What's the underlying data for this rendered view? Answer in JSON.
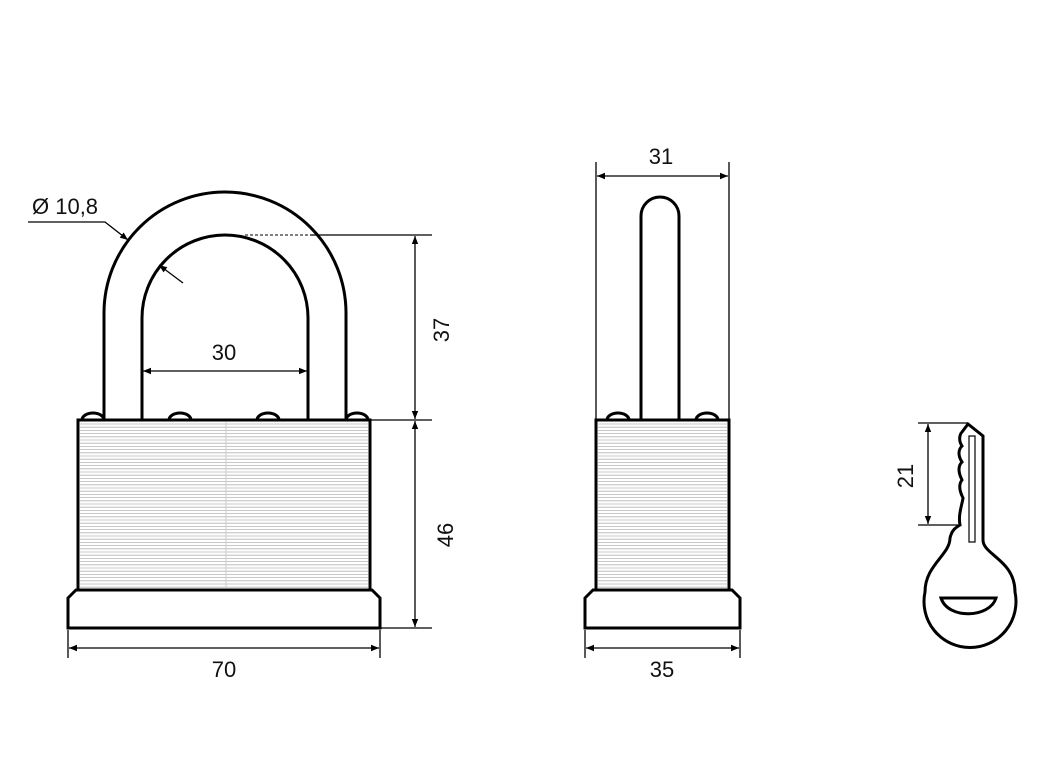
{
  "drawing": {
    "front_view": {
      "shackle_diameter": "Ø 10,8",
      "shackle_inner_width": "30",
      "shackle_clearance": "37",
      "body_height": "46",
      "body_width": "70"
    },
    "side_view": {
      "shackle_width": "31",
      "body_thickness": "35"
    },
    "key": {
      "blade_length": "21"
    },
    "colors": {
      "line": "#000000",
      "stripe": "#b5b5b5"
    }
  }
}
